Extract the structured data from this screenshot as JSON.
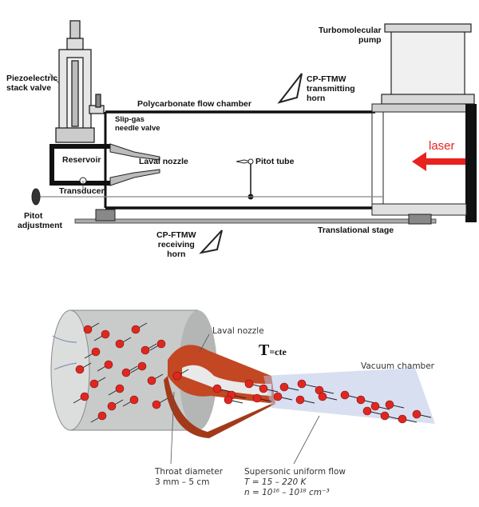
{
  "top_diagram": {
    "piezo_valve": [
      "Piezoelectric",
      "stack valve"
    ],
    "turbo_pump": [
      "Turbomolecular",
      "pump"
    ],
    "cpftmw_transmit": [
      "CP-FTMW",
      "transmitting",
      "horn"
    ],
    "flow_chamber": "Polycarbonate flow chamber",
    "slip_gas": [
      "Slip-gas",
      "needle valve"
    ],
    "reservoir": "Reservoir",
    "laval_nozzle": "Laval nozzle",
    "pitot_tube": "Pitot tube",
    "laser": "laser",
    "transducer": "Transducer",
    "pitot_adjustment": [
      "Pitot",
      "adjustment"
    ],
    "translational_stage": "Translational stage",
    "cpftmw_receive": [
      "CP-FTMW",
      "receiving",
      "horn"
    ]
  },
  "bottom_diagram": {
    "laval_nozzle": "Laval nozzle",
    "t_symbol": "T",
    "t_subscript": "=cte",
    "vacuum_chamber": "Vacuum chamber",
    "throat": [
      "Throat diameter",
      "3 mm – 5 cm"
    ],
    "supersonic": "Supersonic uniform flow",
    "temp_range": "T = 15 – 220 K",
    "density_range": "n = 10¹⁶ – 10¹⁸ cm⁻³"
  },
  "colors": {
    "laser": "#e8231e",
    "particle": "#e0271f",
    "nozzle": "#c24722"
  }
}
